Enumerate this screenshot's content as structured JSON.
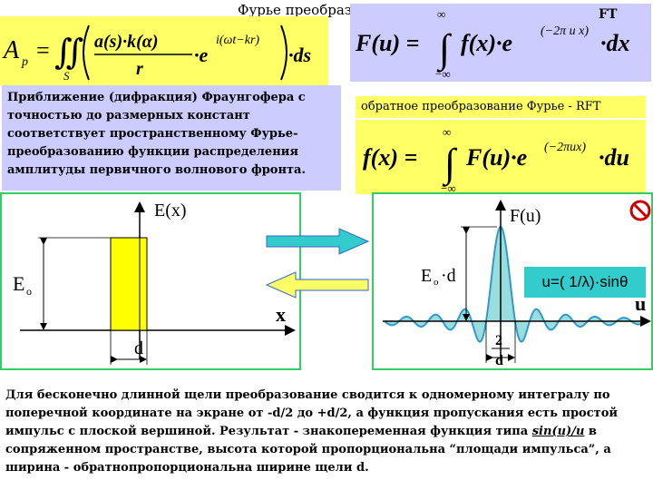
{
  "header": {
    "title": "Фурье преобразование",
    "ft_label": "FT"
  },
  "formulas": {
    "main": {
      "lhs": "A",
      "lhs_sub": "p",
      "equals": "=",
      "integral": "∬",
      "domain": "S",
      "numerator": "a(s)·k(α)",
      "denominator": "r",
      "exp_base": "·e",
      "exponent": "i(ωt−kr)",
      "tail": "·ds"
    },
    "ft": {
      "lhs": "F(u) =",
      "upper": "∞",
      "lower": "−∞",
      "body": "f(x)·e",
      "exponent": "(−2π u x)",
      "tail": "·dx"
    },
    "rft": {
      "lhs": "f(x) =",
      "upper": "∞",
      "lower": "−∞",
      "body": "F(u)·e",
      "exponent": "(−2πux)",
      "tail": "·du"
    }
  },
  "fraunhofer": {
    "lines": [
      "Приближение (дифракция) Фраунгофера с",
      "точностью до размерных констант",
      "соответствует пространственному Фурье-",
      "преобразованию функции распределения",
      "амплитуды первичного волнового фронта."
    ]
  },
  "rft_label": "обратное преобразование Фурье - RFT",
  "plots": {
    "left": {
      "y_label": "E(x)",
      "amp_label": "E",
      "amp_sub": "o",
      "x_label": "x",
      "width_label": "d"
    },
    "right": {
      "y_label": "F(u)",
      "amp_label": "E",
      "amp_sub": "o",
      "amp_tail": "·d",
      "x_label": "u",
      "zero_numer": "2",
      "zero_denom": "d"
    },
    "u_formula": "u=( 1/λ)·sinθ"
  },
  "colors": {
    "yellow": "#ffff66",
    "lavender": "#ccccff",
    "green_border": "#33cc66",
    "cyan": "#33cccc",
    "rect_fill": "#ffff00",
    "curve": "#3399cc",
    "curve_fill": "#99dddd",
    "no_sign": "#cc0000"
  },
  "icons": {
    "no_entry": "no-entry-icon"
  },
  "bottom": {
    "text_before": "Для бесконечно длинной щели преобразование сводится к одномерному интегралу по поперечной координате на экране от -d/2 до +d/2, а функция пропускания есть простой импульс с плоской вершиной. Результат - знакопеременная функция типа ",
    "func": "sin(u)/u",
    "text_after": " в сопряженном пространстве, высота которой пропорциональна “площади импульса”, а ширина - обратнопропорциональна ширине щели d."
  }
}
